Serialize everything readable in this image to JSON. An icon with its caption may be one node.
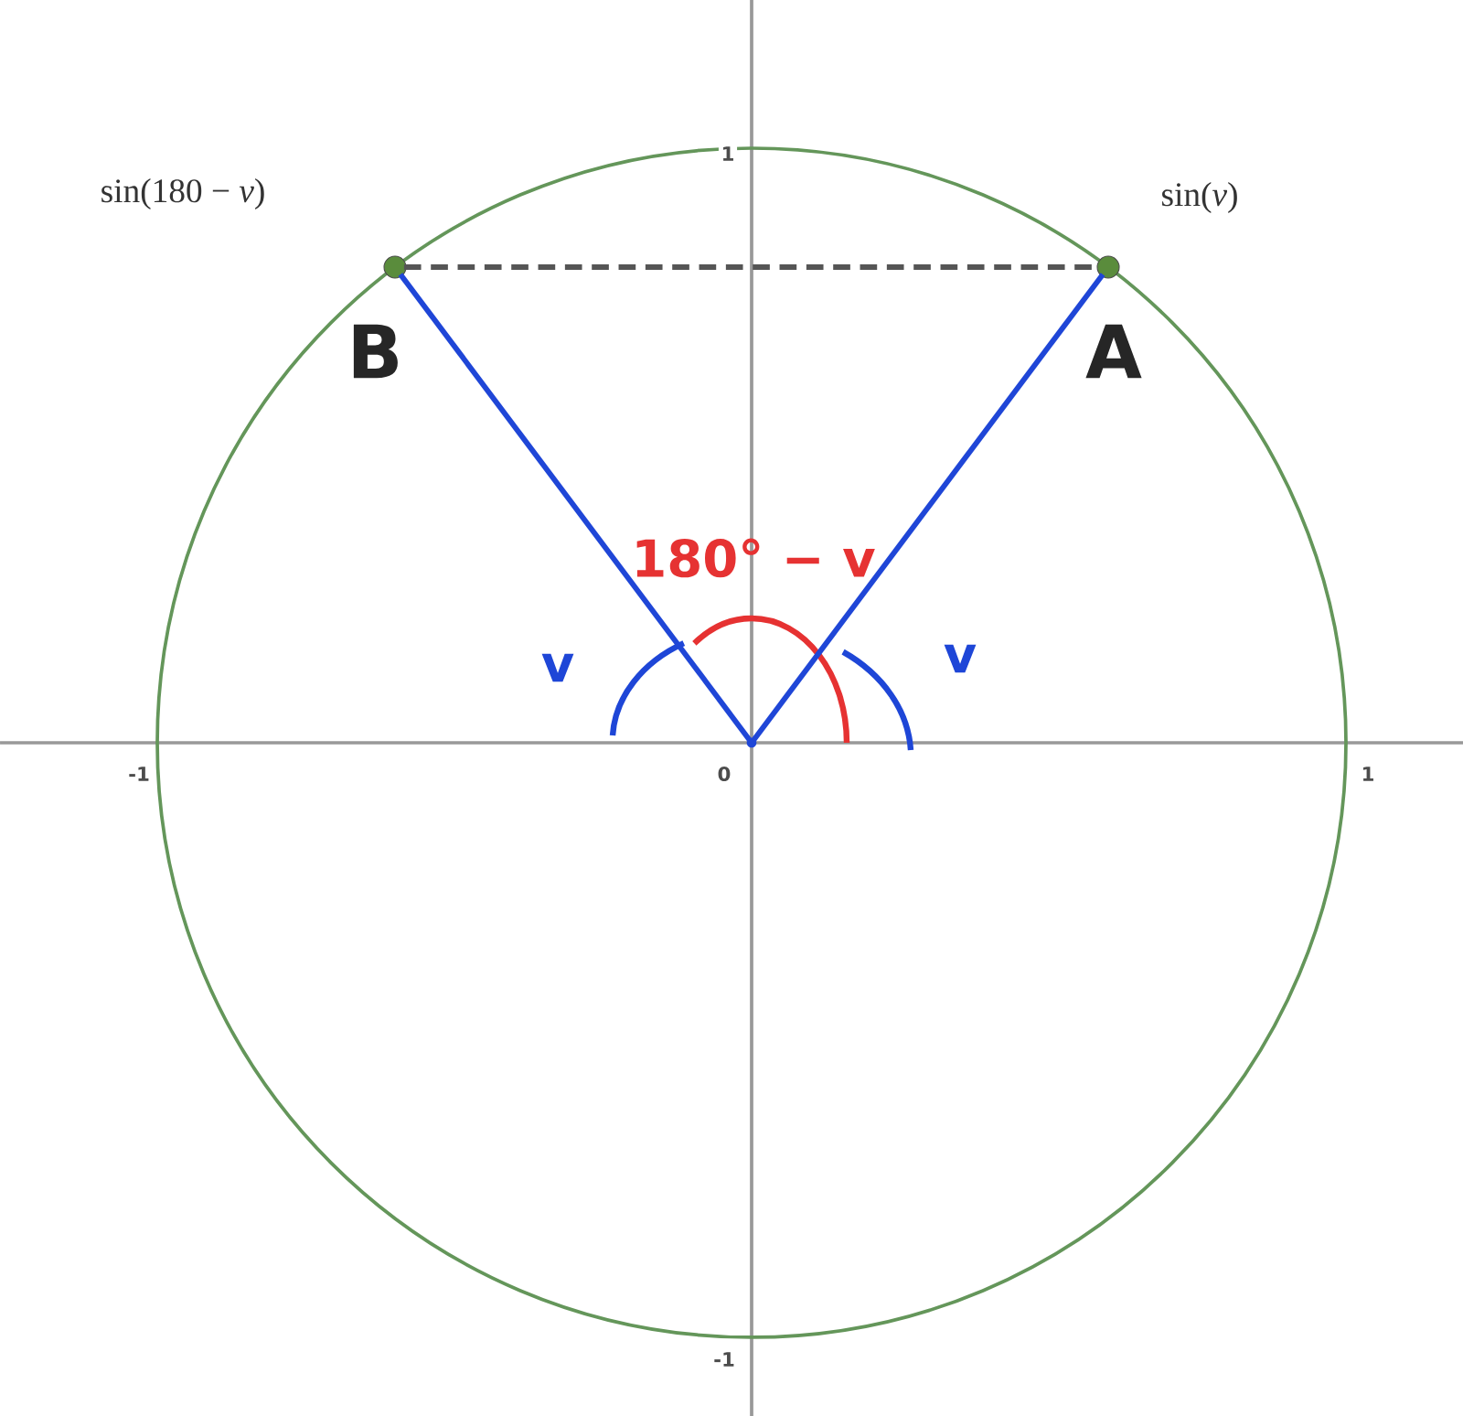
{
  "diagram": {
    "nodes": [
      {
        "text": [
          "B"
        ],
        "beside": [
          "sin(180 − *v*)"
        ]
      },
      {
        "text": [
          "A"
        ],
        "beside": [
          "sin(*v*)"
        ]
      },
      {
        "text": [],
        "shape": "point",
        "beside": [
          "0"
        ]
      }
    ],
    "edges": [
      {
        "from": 0,
        "to": 1,
        "arrow": "none",
        "style": "dashed",
        "color": "#555555"
      },
      {
        "from": 2,
        "to": 1,
        "arrow": "none"
      },
      {
        "from": 2,
        "to": 0,
        "arrow": "none"
      }
    ],
    "labels": [
      "1",
      "180° − v",
      "v",
      "v",
      "-1",
      "1",
      "-1"
    ]
  }
}
